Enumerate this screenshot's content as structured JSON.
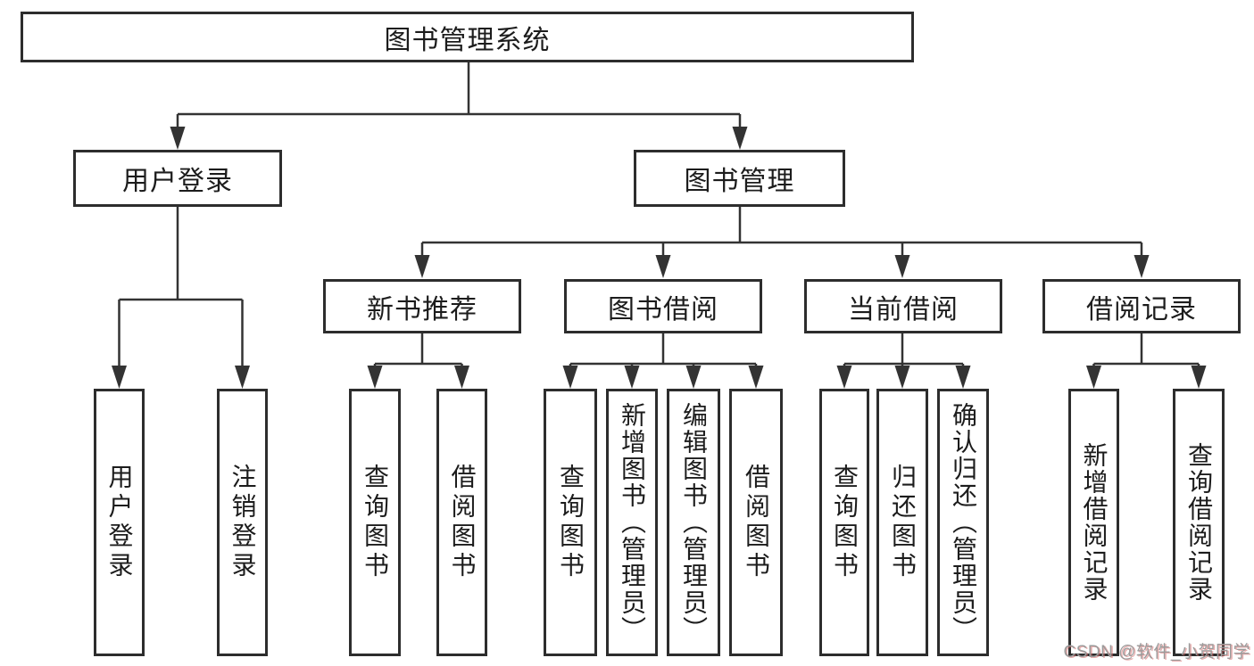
{
  "nodes": {
    "root": "图书管理系统",
    "level2": [
      "用户登录",
      "图书管理"
    ],
    "level3": [
      "新书推荐",
      "图书借阅",
      "当前借阅",
      "借阅记录"
    ],
    "leaves_user": [
      "用户登录",
      "注销登录"
    ],
    "leaves_newbook": [
      "查询图书",
      "借阅图书"
    ],
    "leaves_borrow": [
      "查询图书",
      "新增图书（管理员）",
      "编辑图书（管理员）",
      "借阅图书"
    ],
    "leaves_current": [
      "查询图书",
      "归还图书",
      "确认归还（管理员）"
    ],
    "leaves_records": [
      "新增借阅记录",
      "查询借阅记录"
    ]
  },
  "watermark": {
    "text": "CSDN @软件_小贺同学"
  },
  "colors": {
    "line": "#333333",
    "border": "#2d2d2d",
    "text": "#1c1c1c",
    "bg": "#ffffff",
    "watermark": "#9b9b9b"
  }
}
